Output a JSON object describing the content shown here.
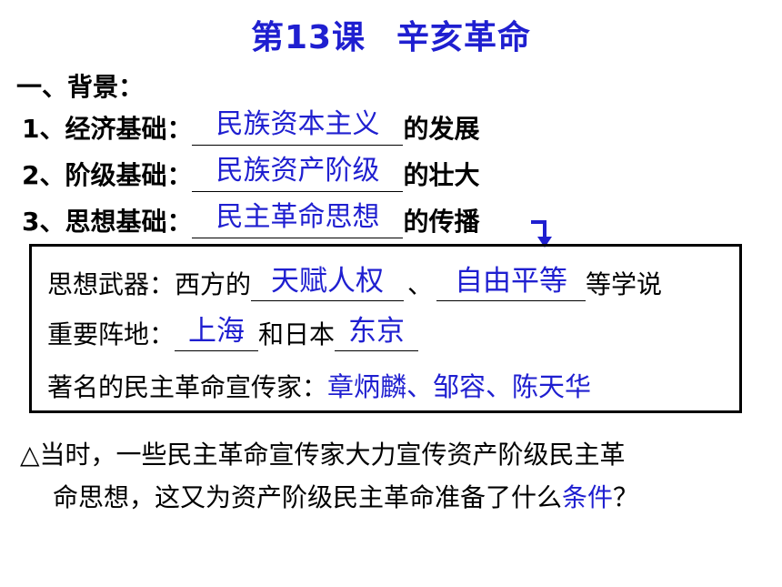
{
  "title": {
    "lesson": "第13课",
    "topic": "辛亥革命"
  },
  "section_heading": "一、背景：",
  "bases": [
    {
      "label": "1、经济基础：",
      "answer": "民族资本主义",
      "suffix": "的发展"
    },
    {
      "label": "2、阶级基础：",
      "answer": "民族资产阶级",
      "suffix": "的壮大"
    },
    {
      "label": "3、思想基础：",
      "answer": "民主革命思想",
      "suffix": "的传播"
    }
  ],
  "box": {
    "weapons_label": "思想武器：西方的",
    "weapons_answer_1": "天赋人权",
    "weapons_separator": "、",
    "weapons_answer_2": "自由平等",
    "weapons_suffix": "等学说",
    "positions_label": "重要阵地：",
    "positions_answer_1": "上海",
    "positions_join": "和日本",
    "positions_answer_2": "东京",
    "propagandists_label": "著名的民主革命宣传家：",
    "propagandists_answer": "章炳麟、邹容、陈天华"
  },
  "question": {
    "line1": "△当时，一些民主革命宣传家大力宣传资产阶级民主革",
    "line2_prefix": "命思想，这又为资产阶级民主革命准备了什么",
    "line2_highlight": "条件",
    "line2_suffix": "？"
  },
  "colors": {
    "answer_blue": "#1f1fd0",
    "text": "#000000"
  },
  "icons": {
    "arrow": "arrow-down-icon"
  }
}
